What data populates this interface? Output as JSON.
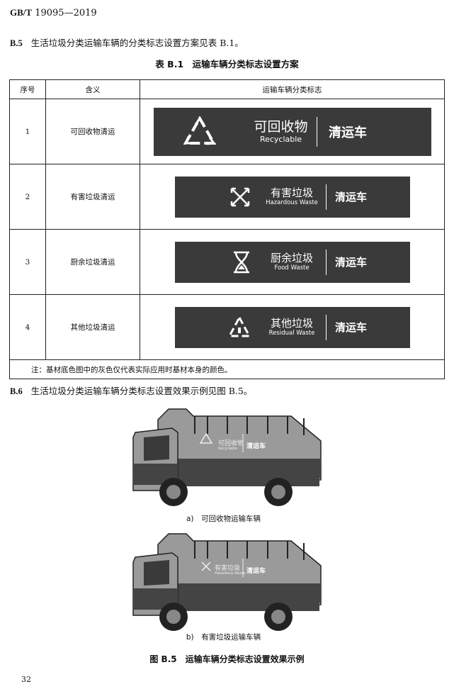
{
  "header": {
    "code_prefix": "GB/T",
    "code_number": "19095—2019"
  },
  "b5": {
    "num": "B.5",
    "text": "生活垃圾分类运输车辆的分类标志设置方案见表 B.1。"
  },
  "table_title": "表 B.1　运输车辆分类标志设置方案",
  "table": {
    "headers": [
      "序号",
      "含义",
      "运输车辆分类标志"
    ],
    "rows": [
      {
        "no": "1",
        "meaning": "可回收物清运",
        "sign_cn": "可回收物",
        "sign_en": "Recyclable",
        "action": "清运车",
        "icon": "recycle-icon"
      },
      {
        "no": "2",
        "meaning": "有害垃圾清运",
        "sign_cn": "有害垃圾",
        "sign_en": "Hazardous Waste",
        "action": "清运车",
        "icon": "hazardous-icon"
      },
      {
        "no": "3",
        "meaning": "厨余垃圾清运",
        "sign_cn": "厨余垃圾",
        "sign_en": "Food Waste",
        "action": "清运车",
        "icon": "food-waste-icon"
      },
      {
        "no": "4",
        "meaning": "其他垃圾清运",
        "sign_cn": "其他垃圾",
        "sign_en": "Residual Waste",
        "action": "清运车",
        "icon": "residual-icon"
      }
    ],
    "note": "注：基材底色图中的灰色仅代表实际应用时基材本身的颜色。"
  },
  "b6": {
    "num": "B.6",
    "text": "生活垃圾分类运输车辆分类标志设置效果示例见图 B.5。"
  },
  "figure": {
    "truck_a": {
      "sign_cn": "可回收物",
      "sign_en": "Recyclable",
      "action": "清运车",
      "caption": "a)　可回收物运输车辆"
    },
    "truck_b": {
      "sign_cn": "有害垃圾",
      "sign_en": "Hazardous Waste",
      "action": "清运车",
      "caption": "b)　有害垃圾运输车辆"
    },
    "caption": "图 B.5　运输车辆分类标志设置效果示例"
  },
  "page_number": "32"
}
